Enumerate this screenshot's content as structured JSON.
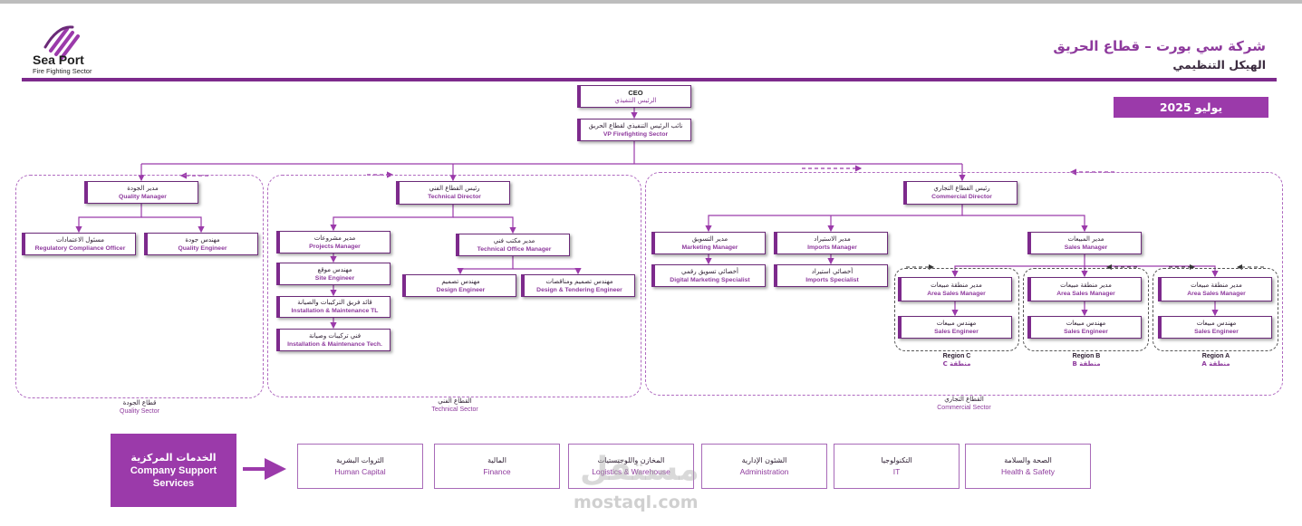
{
  "header": {
    "logo_name": "Sea Port",
    "logo_sub": "Fire Fighting Sector",
    "title": "شركة سي بورت – قطاع الحريق",
    "subtitle": "الهيكل التنظيمي",
    "date_badge": "يوليو 2025",
    "colors": {
      "brand": "#7d2a8c",
      "accent": "#9b3aaa",
      "text": "#2a1a2e"
    }
  },
  "nodes": {
    "ceo": {
      "en": "CEO",
      "ar": "الرئيس التنفيذي"
    },
    "vp": {
      "ar": "نائب الرئيس التنفيذي لقطاع الحريق",
      "en": "VP Firefighting Sector"
    },
    "quality_manager": {
      "ar": "مدير الجودة",
      "en": "Quality Manager"
    },
    "regulatory_officer": {
      "ar": "مسئول الاعتمادات",
      "en": "Regulatory Compliance Officer"
    },
    "quality_engineer": {
      "ar": "مهندس جودة",
      "en": "Quality Engineer"
    },
    "technical_director": {
      "ar": "رئيس القطاع الفني",
      "en": "Technical Director"
    },
    "projects_manager": {
      "ar": "مدير مشروعات",
      "en": "Projects Manager"
    },
    "site_engineer": {
      "ar": "مهندس موقع",
      "en": "Site Engineer"
    },
    "install_tl": {
      "ar": "قائد فريق التركيبات والصيانة",
      "en": "Installation & Maintenance TL"
    },
    "install_tech": {
      "ar": "فني تركيبات وصيانة",
      "en": "Installation & Maintenance Tech."
    },
    "tech_office_manager": {
      "ar": "مدير مكتب فني",
      "en": "Technical Office Manager"
    },
    "design_engineer": {
      "ar": "مهندس تصميم",
      "en": "Design Engineer"
    },
    "design_tendering_engineer": {
      "ar": "مهندس تصميم ومناقصات",
      "en": "Design & Tendering Engineer"
    },
    "commercial_director": {
      "ar": "رئيس القطاع التجاري",
      "en": "Commercial Director"
    },
    "marketing_manager": {
      "ar": "مدير التسويق",
      "en": "Marketing Manager"
    },
    "digital_marketing": {
      "ar": "أخصائي تسويق رقمي",
      "en": "Digital Marketing Specialist"
    },
    "imports_manager": {
      "ar": "مدير الاستيراد",
      "en": "Imports Manager"
    },
    "imports_specialist": {
      "ar": "أخصائي استيراد",
      "en": "Imports Specialist"
    },
    "sales_manager": {
      "ar": "مدير المبيعات",
      "en": "Sales Manager"
    },
    "area_sales_manager": {
      "ar": "مدير منطقة مبيعات",
      "en": "Area Sales Manager"
    },
    "sales_engineer": {
      "ar": "مهندس مبيعات",
      "en": "Sales Engineer"
    }
  },
  "sectors": {
    "quality": {
      "ar": "قطاع الجودة",
      "en": "Quality Sector"
    },
    "technical": {
      "ar": "القطاع الفني",
      "en": "Technical Sector"
    },
    "commercial": {
      "ar": "القطاع التجاري",
      "en": "Commercial Sector"
    }
  },
  "regions": [
    {
      "en": "Region C",
      "ar": "منطقة C"
    },
    {
      "en": "Region B",
      "ar": "منطقة B"
    },
    {
      "en": "Region A",
      "ar": "منطقة A"
    }
  ],
  "support": {
    "ar": "الخدمات المركزية",
    "en": "Company Support Services",
    "services": [
      {
        "ar": "الثروات البشرية",
        "en": "Human Capital"
      },
      {
        "ar": "المالية",
        "en": "Finance"
      },
      {
        "ar": "المخازن واللوجيستيات",
        "en": "Logistics & Warehouse"
      },
      {
        "ar": "الشئون الإدارية",
        "en": "Administration"
      },
      {
        "ar": "التكنولوجيا",
        "en": "IT"
      },
      {
        "ar": "الصحة والسلامة",
        "en": "Health & Safety"
      }
    ]
  },
  "watermark": {
    "ar": "مستقل",
    "en": "mostaql.com"
  }
}
